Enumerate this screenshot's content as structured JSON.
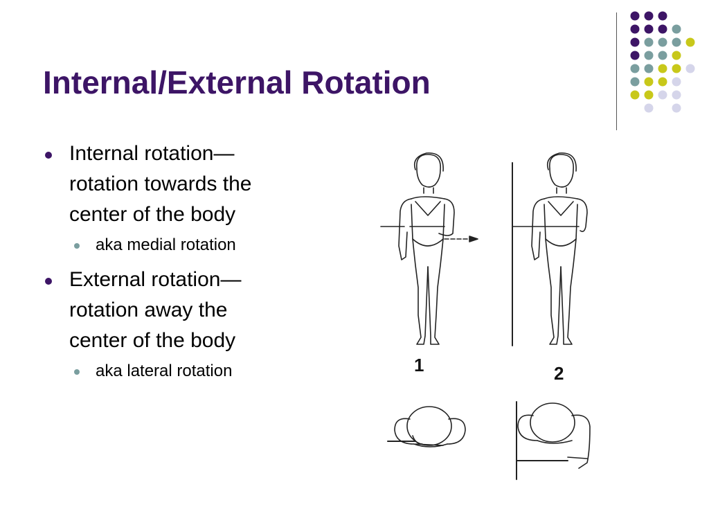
{
  "slide": {
    "title": "Internal/External Rotation",
    "bullets": [
      {
        "text_lines": [
          "Internal rotation—",
          "rotation towards the",
          "center of the body"
        ],
        "sub": "aka medial rotation"
      },
      {
        "text_lines": [
          "External rotation—",
          "rotation away the",
          "center of the body"
        ],
        "sub": "aka lateral rotation"
      }
    ],
    "figure_labels": [
      "1",
      "2"
    ]
  },
  "colors": {
    "title": "#3d1566",
    "bullet_main": "#3d1566",
    "bullet_sub": "#7a9e9f",
    "dot_purple": "#3d1566",
    "dot_teal": "#7a9e9f",
    "dot_yellow": "#c8c81a",
    "dot_lavender": "#d5d5ea"
  },
  "icons": {
    "decor": "dot-grid-decoration",
    "illustration": "body-rotation-illustration"
  }
}
